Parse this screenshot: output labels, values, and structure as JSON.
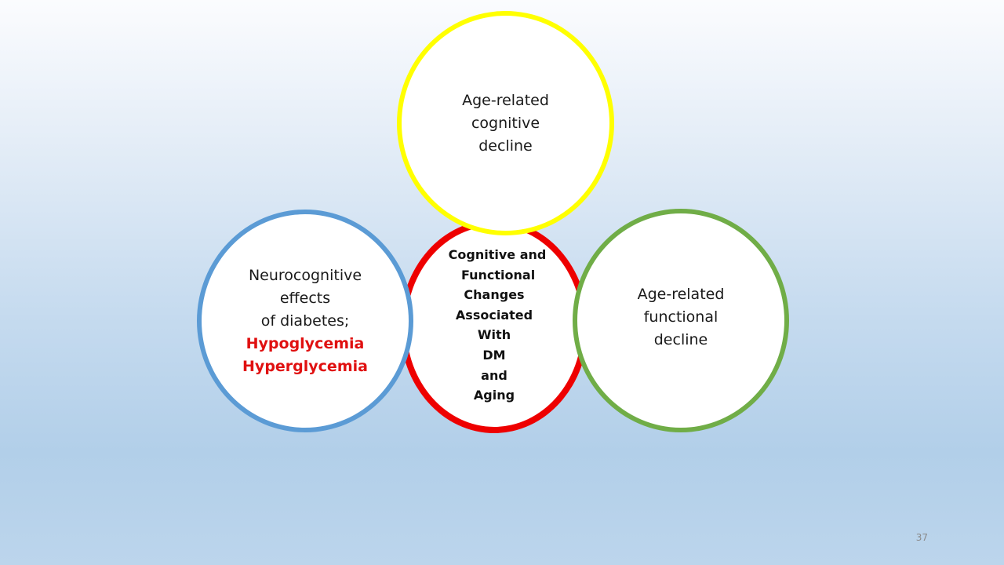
{
  "center": {
    "lines": [
      "Cognitive and",
      "Functional",
      "Changes",
      "Associated",
      "With",
      "DM",
      "and",
      "Aging"
    ],
    "color": "#ee0000"
  },
  "top": {
    "lines": [
      "Age-related",
      "cognitive",
      "decline"
    ],
    "color": "#ffff00"
  },
  "left": {
    "lines": [
      "Neurocognitive",
      "effects",
      "of diabetes;"
    ],
    "highlight_lines": [
      "Hypoglycemia",
      "Hyperglycemia"
    ],
    "highlight_color": "#e01010",
    "color": "#5b9bd5"
  },
  "right": {
    "lines": [
      "Age-related",
      "functional",
      "decline"
    ],
    "color": "#70ad47"
  },
  "page_number": "37"
}
